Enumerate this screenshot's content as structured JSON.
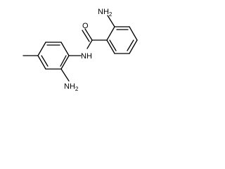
{
  "molecule": {
    "atoms": {
      "nh2_top": {
        "text": "NH",
        "subscript": "2"
      },
      "oxygen": {
        "text": "O"
      },
      "amide_nh": {
        "text": "NH"
      },
      "nh2_bottom": {
        "text": "NH",
        "subscript": "2"
      }
    }
  }
}
